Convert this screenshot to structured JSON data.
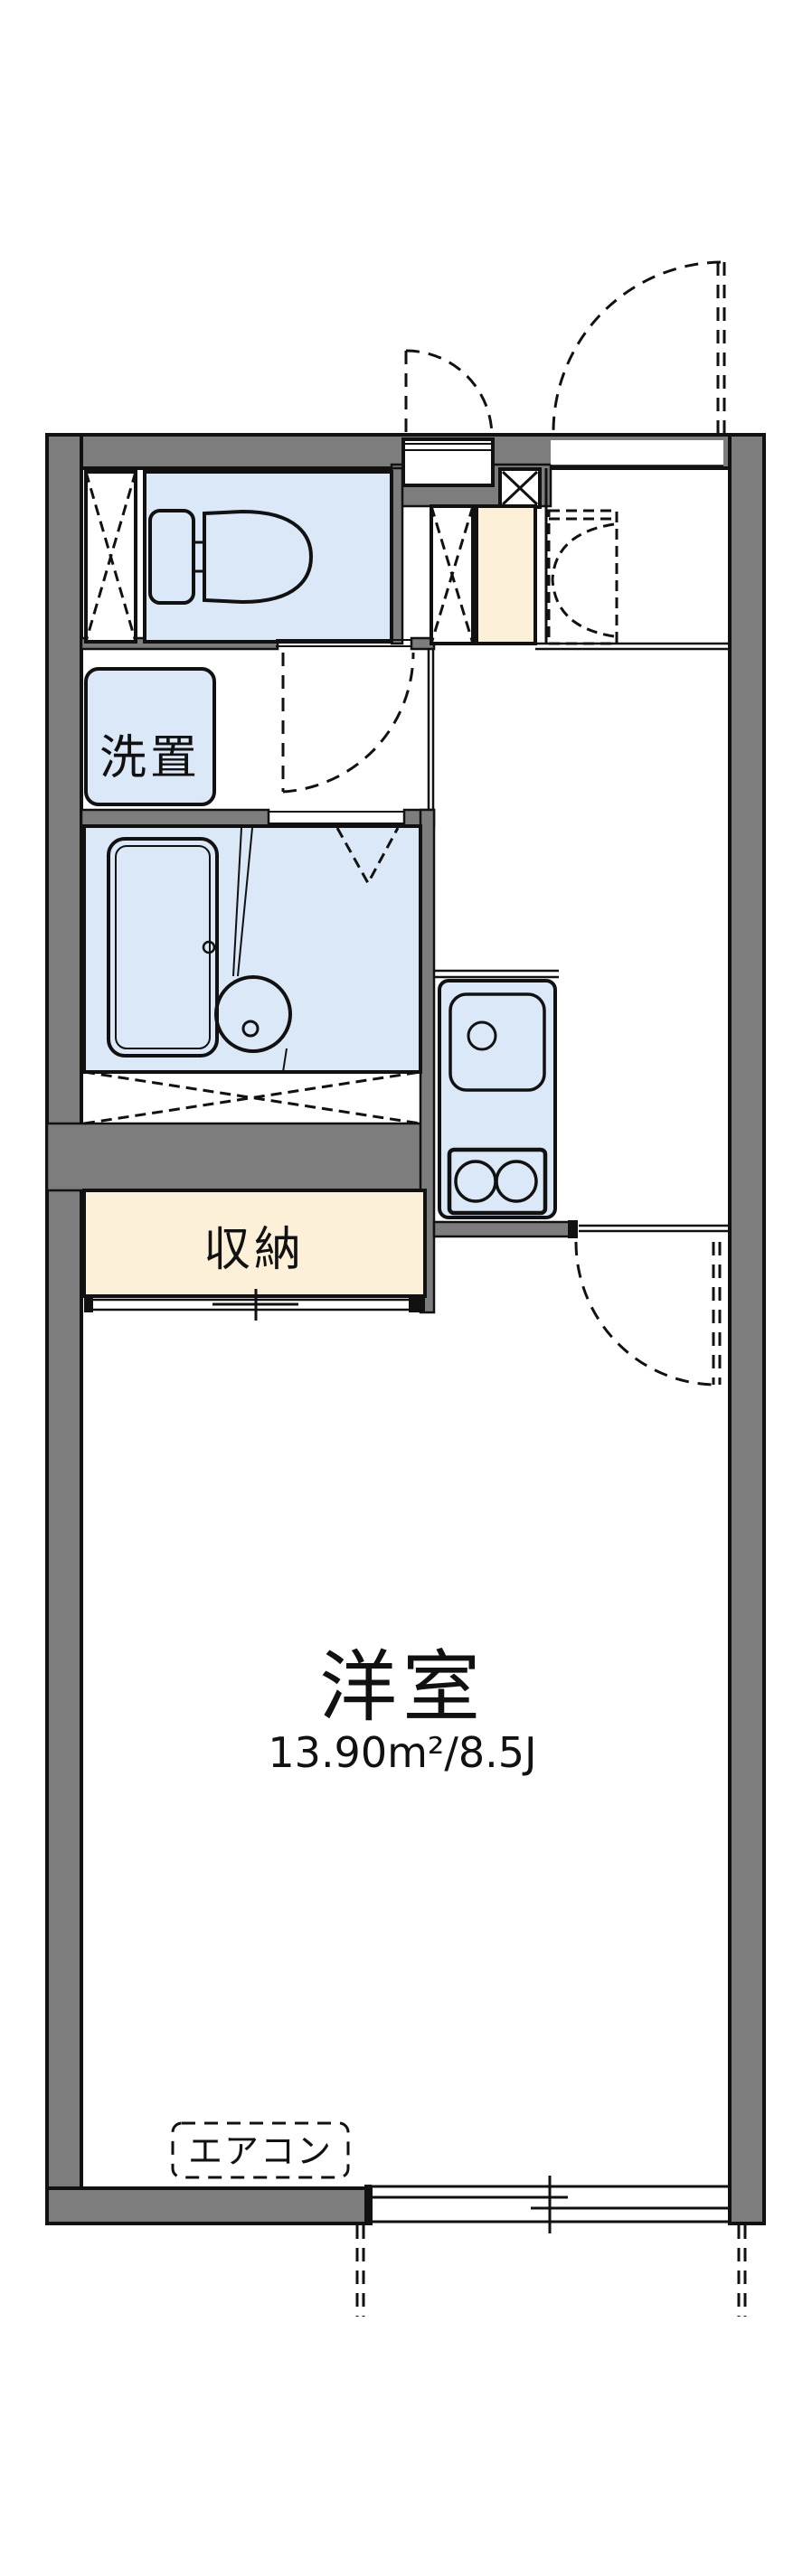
{
  "floorplan": {
    "labels": {
      "laundry": "洗置",
      "storage": "収納",
      "main_room": "洋室",
      "main_room_size": "13.90m²/8.5J",
      "aircon": "エアコン"
    },
    "colors": {
      "wall_fill": "#7d7d7d",
      "outline": "#111111",
      "fixture_fill": "#dbe8f8",
      "storage_fill": "#fcf1d8",
      "background": "#ffffff"
    }
  }
}
